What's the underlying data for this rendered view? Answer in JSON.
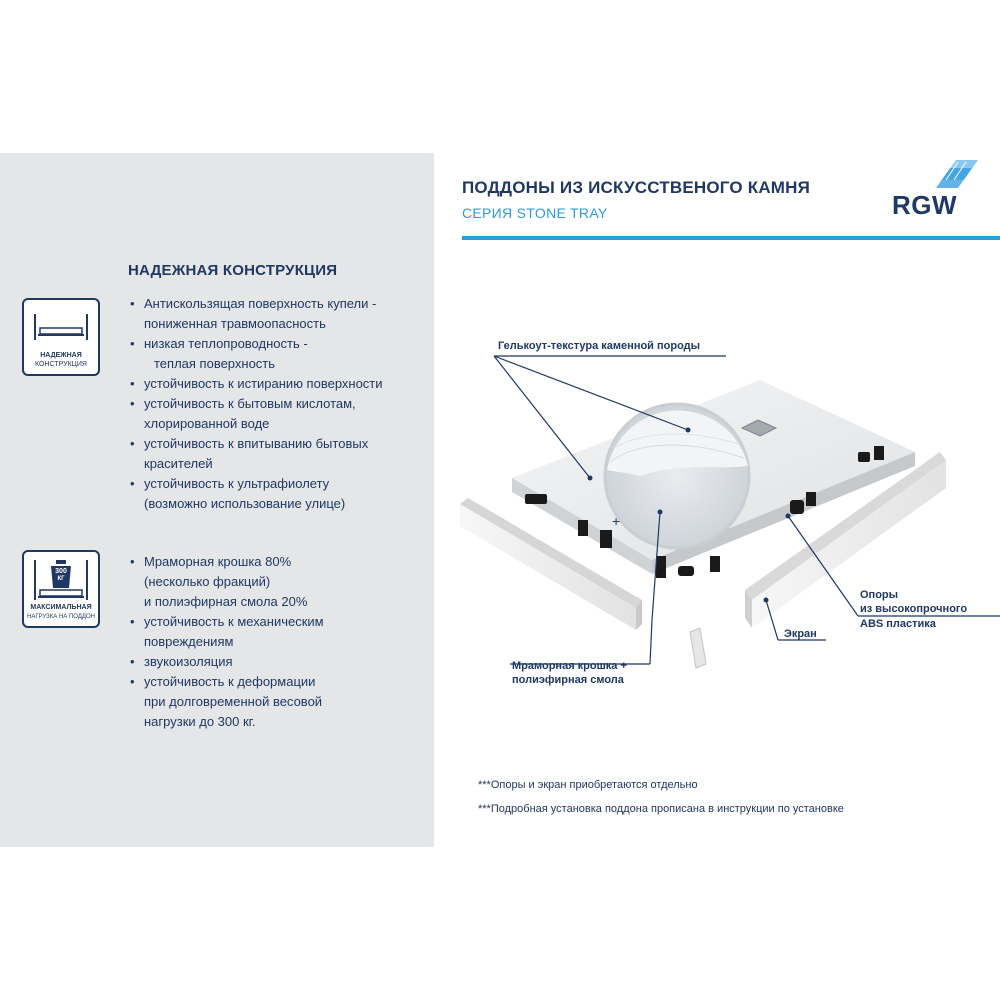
{
  "header": {
    "title": "ПОДДОНЫ ИЗ ИСКУССТВЕНОГО КАМНЯ",
    "subtitle": "СЕРИЯ STONE TRAY",
    "logo": "RGW"
  },
  "section": {
    "title": "НАДЕЖНАЯ КОНСТРУКЦИЯ"
  },
  "badge1": {
    "line1": "НАДЕЖНАЯ",
    "line2": "КОНСТРУКЦИЯ"
  },
  "badge2": {
    "weight": "300",
    "unit": "КГ",
    "line1": "МАКСИМАЛЬНАЯ",
    "line2": "НАГРУЗКА НА ПОДДОН"
  },
  "list1": [
    "Антискользящая поверхность купели -",
    "пониженная травмоопасность",
    "низкая теплопроводность -",
    "теплая поверхность",
    "устойчивость к истиранию поверхности",
    "устойчивость к бытовым кислотам,",
    "хлорированной воде",
    "устойчивость к впитыванию бытовых",
    "красителей",
    "устойчивость к ультрафиолету",
    "(возможно использование улице)"
  ],
  "list2": [
    "Мраморная крошка 80%",
    "(несколько фракций)",
    "и полиэфирная смола 20%",
    "устойчивость к механическим",
    "повреждениям",
    "звукоизоляция",
    "устойчивость к деформации",
    "при долговременной весовой",
    "нагрузки до 300 кг."
  ],
  "callouts": {
    "gelcoat": "Гелькоут-текстура каменной породы",
    "supports_1": "Опоры",
    "supports_2": "из высокопрочного",
    "supports_3": "ABS пластика",
    "screen": "Экран",
    "marble_1": "Мраморная крошка +",
    "marble_2": "полиэфирная смола"
  },
  "notes": [
    "***Опоры и экран приобретаются отдельно",
    "***Подробная установка поддона прописана в инструкции по установке"
  ],
  "colors": {
    "navy": "#1f3864",
    "accent": "#2e9be0",
    "panel": "#e4e6e8"
  }
}
